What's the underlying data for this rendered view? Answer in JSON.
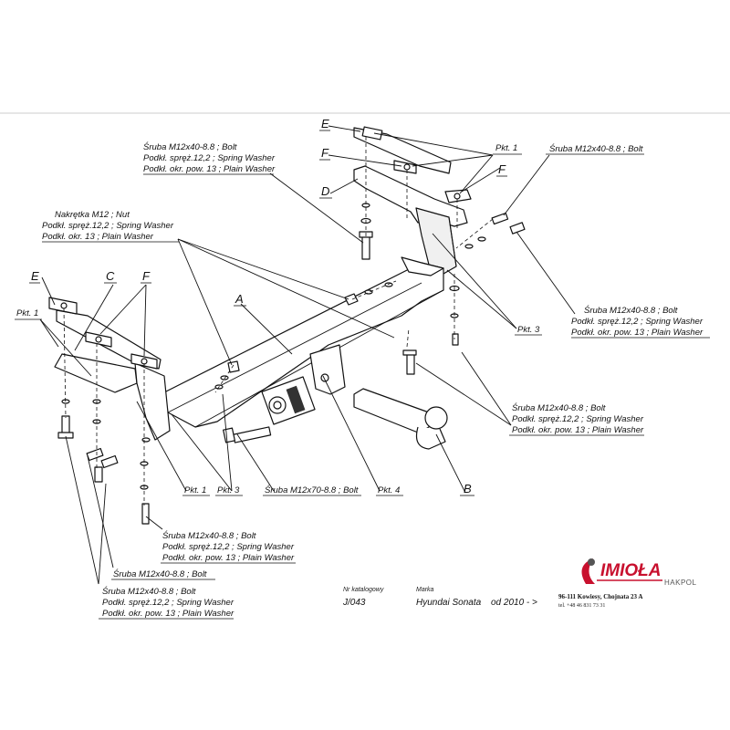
{
  "labels": {
    "bolt_top": [
      "Śruba M12x40-8.8 ;  Bolt",
      "Podkł. spręż.12,2 ; Spring Washer",
      "Podkł. okr. pow. 13 ; Plain Washer"
    ],
    "nut": [
      "Nakrętka  M12 ; Nut",
      "Podkł. spręż.12,2 ; Spring Washer",
      "Podkł. okr. 13 ; Plain Washer"
    ],
    "bolt_top_right": [
      "Śruba M12x40-8.8 ;  Bolt"
    ],
    "bolt_right": [
      "Śruba M12x40-8.8 ;  Bolt",
      "Podkł. spręż.12,2 ; Spring Washer",
      "Podkł. okr. pow. 13 ; Plain Washer"
    ],
    "bolt_mid_right": [
      "Śruba M12x40-8.8 ;  Bolt",
      "Podkł. spręż.12,2 ; Spring Washer",
      "Podkł. okr. pow. 13 ; Plain Washer"
    ],
    "bolt_bottom_mid": [
      "Śruba M12x40-8.8 ;  Bolt",
      "Podkł. spręż.12,2 ; Spring Washer",
      "Podkł. okr. pow. 13 ; Plain Washer"
    ],
    "bolt_bottom_single": [
      "Śruba M12x40-8.8 ;  Bolt"
    ],
    "bolt_bottom_left": [
      "Śruba M12x40-8.8 ;  Bolt",
      "Podkł. spręż.12,2 ; Spring Washer",
      "Podkł. okr. pow. 13 ; Plain Washer"
    ],
    "bolt_m12x70": "Śruba M12x70-8.8 ;  Bolt",
    "pkt1_top": "Pkt. 1",
    "pkt1_left": "Pkt. 1",
    "pkt1_bottom": "Pkt. 1",
    "pkt3_right": "Pkt. 3",
    "pkt3_bottom": "Pkt. 3",
    "pkt4": "Pkt. 4",
    "letter_E_top": "E",
    "letter_F_top": "F",
    "letter_F_right": "F",
    "letter_D": "D",
    "letter_A": "A",
    "letter_B": "B",
    "letter_E_left": "E",
    "letter_C": "C",
    "letter_F_left": "F"
  },
  "catalog": {
    "nr_label": "Nr katalogowy",
    "nr_value": "J/043",
    "marka_label": "Marka",
    "marka_value": "Hyundai Sonata",
    "since": "od  2010 - >"
  },
  "company": {
    "brand": "IMIOŁA",
    "sub": "HAKPOL",
    "address": "96-111 Kowiesy, Chojnata 23 A",
    "phone": "tel. +48 46 831 73 31"
  },
  "colors": {
    "brand_red": "#c8102e",
    "ink": "#111111"
  }
}
